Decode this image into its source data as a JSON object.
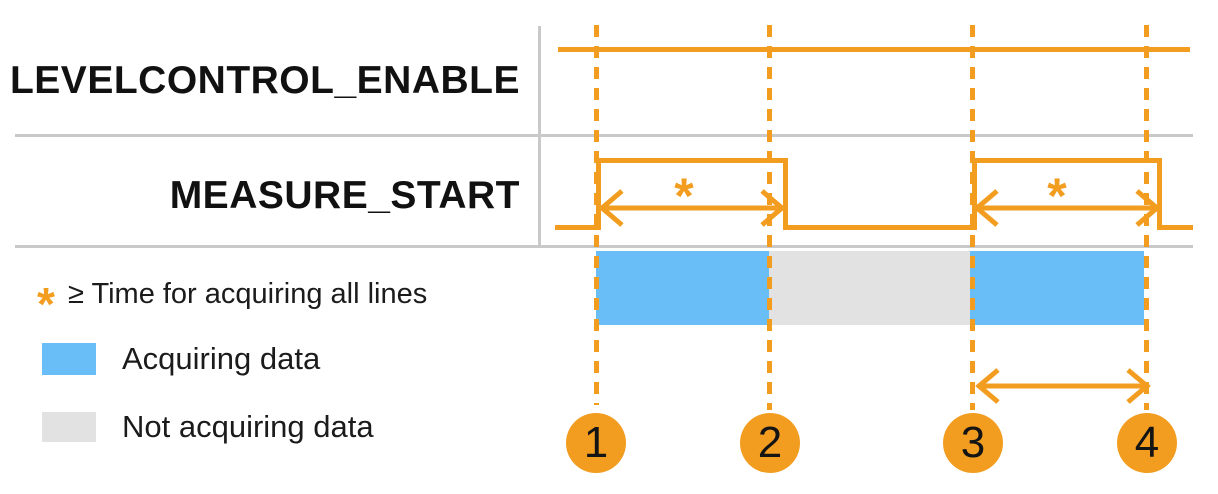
{
  "signals": [
    {
      "name": "LEVELCONTROL_ENABLE",
      "state": "high for entire shown interval"
    },
    {
      "name": "MEASURE_START",
      "state": "low, high pulse from marker 1 to just after marker 2, low, high pulse from marker 3 to just after marker 4, low"
    }
  ],
  "annotations": {
    "star": "*",
    "star_meaning": "≥ Time for acquiring all lines"
  },
  "markers": [
    "1",
    "2",
    "3",
    "4"
  ],
  "legend": {
    "items": [
      {
        "symbol": "*",
        "label": "≥ Time for acquiring all lines"
      },
      {
        "swatch_color": "#69BEF7",
        "label": "Acquiring data"
      },
      {
        "swatch_color": "#E2E2E2",
        "label": "Not acquiring data"
      }
    ]
  },
  "timing": {
    "acquisition_segments": [
      {
        "from_marker": "1",
        "to_marker": "2",
        "state": "Acquiring data"
      },
      {
        "from_marker": "2",
        "to_marker": "3",
        "state": "Not acquiring data"
      },
      {
        "from_marker": "3",
        "to_marker": "4",
        "state": "Acquiring data"
      }
    ],
    "measured_spans": [
      {
        "from_marker": "1",
        "to_marker": "2",
        "label": "*"
      },
      {
        "from_marker": "3",
        "to_marker": "4",
        "label": "*"
      },
      {
        "from_marker": "3",
        "to_marker": "4",
        "label": ""
      }
    ]
  },
  "colors": {
    "orange": "#F29D20",
    "acquiring_blue": "#69BEF7",
    "not_acquiring_gray": "#E2E2E2",
    "rule_gray": "#C9C9C9"
  }
}
